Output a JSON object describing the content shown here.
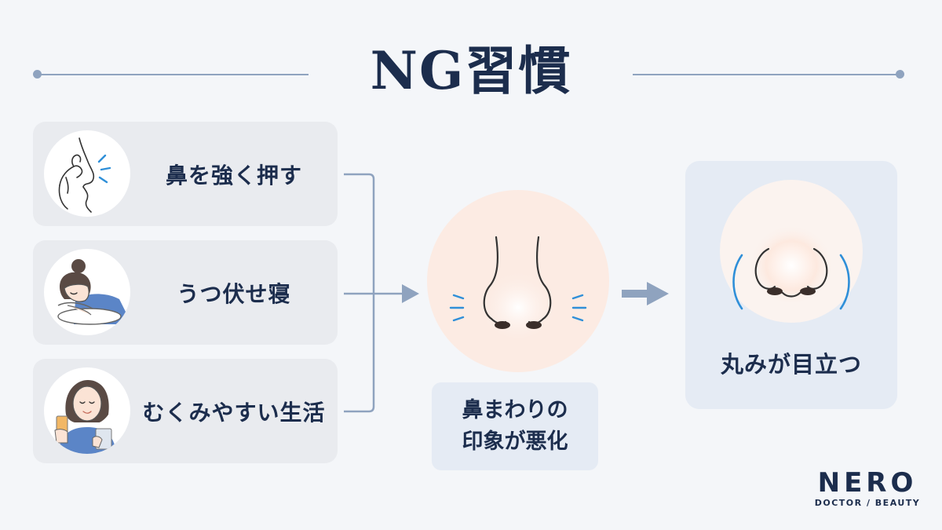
{
  "title": "NG習慣",
  "habits": [
    {
      "label": "鼻を強く押す"
    },
    {
      "label": "うつ伏せ寝"
    },
    {
      "label": "むくみやすい生活"
    }
  ],
  "middle": {
    "caption_line1": "鼻まわりの",
    "caption_line2": "印象が悪化"
  },
  "result": {
    "label": "丸みが目立つ"
  },
  "brand": {
    "name": "NERO",
    "tagline": "DOCTOR / BEAUTY"
  },
  "colors": {
    "navy": "#1c2d4d",
    "line": "#8fa3bf",
    "accent_blue": "#2f8fd8",
    "skin": "#fcebe3"
  },
  "icons": [
    "nose-press-icon",
    "sleeping-person-icon",
    "woman-with-drink-icon",
    "nose-sweat-icon",
    "rounded-nose-icon",
    "arrow-right-icon"
  ]
}
